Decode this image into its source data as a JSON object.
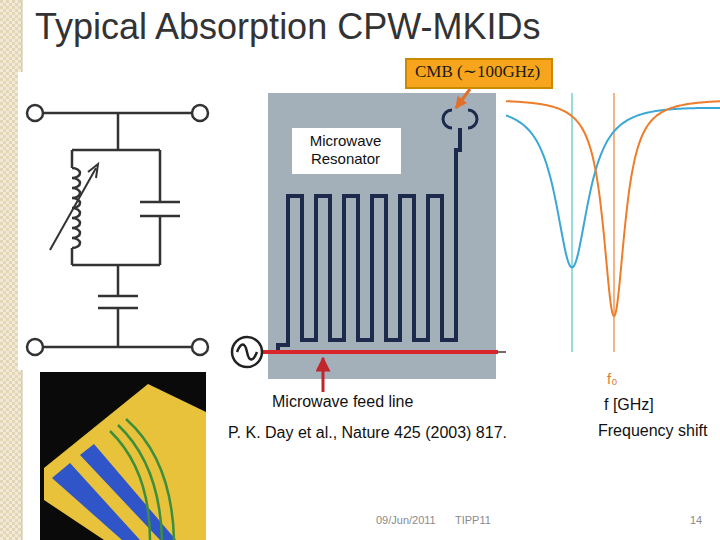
{
  "diagram": {
    "title": "Typical Absorption CPW-MKIDs",
    "nodes": [
      {
        "text": [
          "Microwave Resonator"
        ]
      },
      {
        "text": [
          "CMB (∼100GHz)"
        ]
      }
    ],
    "labels": [
      "Microwave feed line",
      "f₀",
      "f [GHz]",
      "P. K. Day et al., Nature 425 (2003) 817.",
      "Frequency shift",
      "09/Jun/2011",
      "TIPP11",
      "14"
    ]
  }
}
